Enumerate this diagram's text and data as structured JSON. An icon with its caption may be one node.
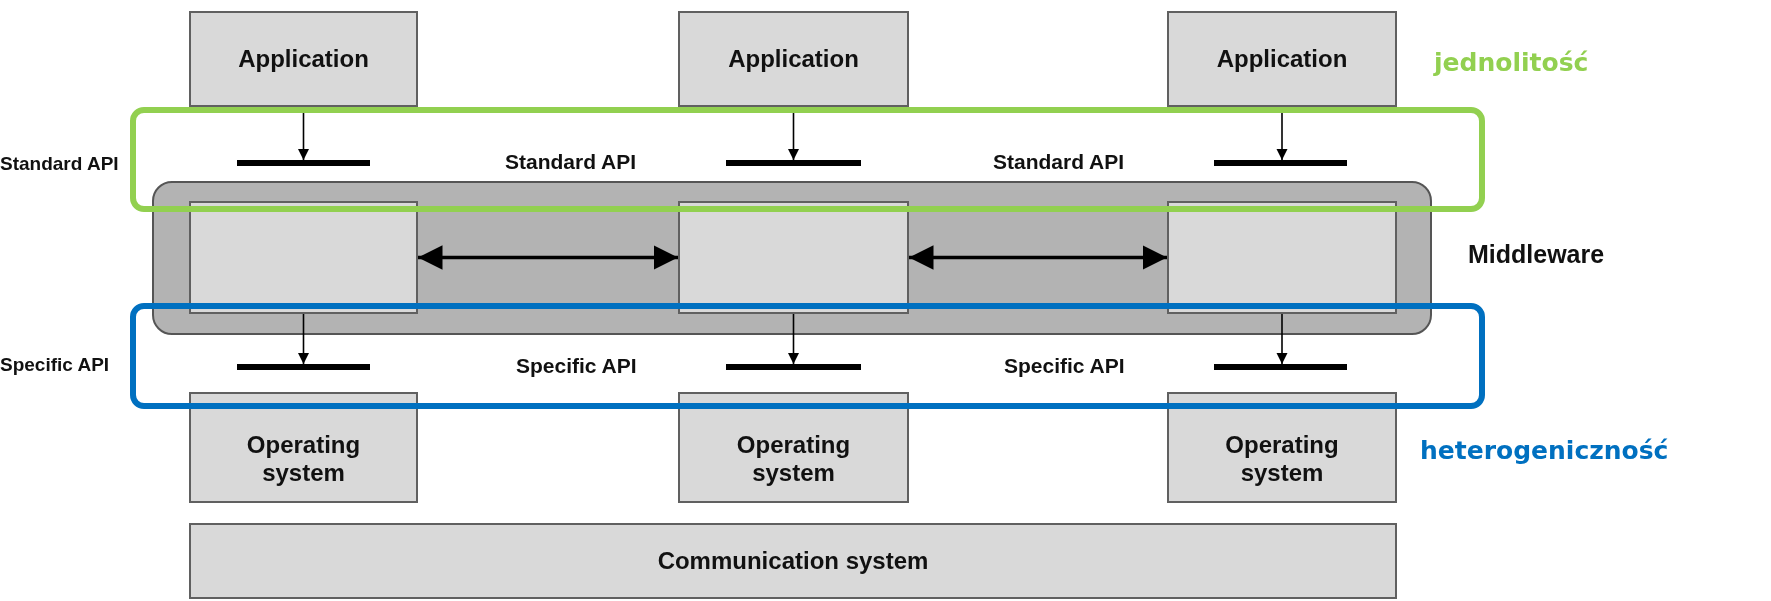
{
  "diagram": {
    "nodes": [
      {
        "text": [
          "Application"
        ]
      },
      {
        "text": [
          "Application"
        ]
      },
      {
        "text": [
          "Application"
        ]
      },
      {
        "text": [],
        "shape": "bar"
      },
      {
        "text": [],
        "shape": "bar"
      },
      {
        "text": [],
        "shape": "bar"
      },
      {
        "text": [
          "Middleware"
        ]
      },
      {
        "text": [],
        "shape": "box",
        "in": 6
      },
      {
        "text": [],
        "shape": "box",
        "in": 6
      },
      {
        "text": [],
        "shape": "box",
        "in": 6
      },
      {
        "text": [],
        "shape": "bar"
      },
      {
        "text": [],
        "shape": "bar"
      },
      {
        "text": [],
        "shape": "bar"
      },
      {
        "text": [
          "Operating system"
        ]
      },
      {
        "text": [
          "Operating system"
        ]
      },
      {
        "text": [
          "Operating system"
        ]
      },
      {
        "text": [
          "Communication system"
        ]
      }
    ],
    "edges": [
      {
        "from": 0,
        "to": 3,
        "arrow": "to"
      },
      {
        "from": 1,
        "to": 4,
        "arrow": "to"
      },
      {
        "from": 2,
        "to": 5,
        "arrow": "to"
      },
      {
        "from": 7,
        "to": 8,
        "arrow": "both"
      },
      {
        "from": 8,
        "to": 9,
        "arrow": "both"
      },
      {
        "from": 7,
        "to": 10,
        "arrow": "to"
      },
      {
        "from": 8,
        "to": 11,
        "arrow": "to"
      },
      {
        "from": 9,
        "to": 12,
        "arrow": "to"
      }
    ],
    "labels": [
      "jednolitość",
      "Standard API",
      "Standard API",
      "Standard API",
      "Specific API",
      "Specific API",
      "Specific API",
      "heterogeniczność"
    ]
  }
}
